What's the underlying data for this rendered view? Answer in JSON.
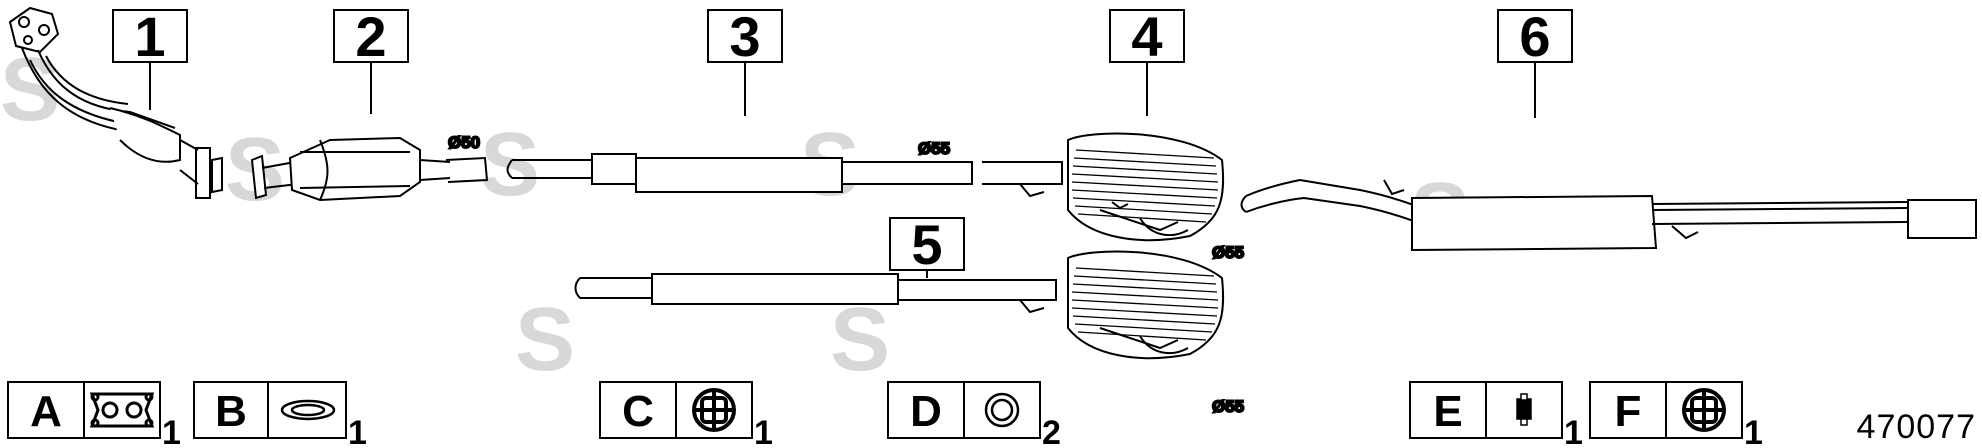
{
  "parts": [
    {
      "label": "1",
      "name": "front-downpipe"
    },
    {
      "label": "2",
      "name": "catalytic-converter",
      "diameter": "Ø50"
    },
    {
      "label": "3",
      "name": "intermediate-pipe",
      "diameter": "Ø55"
    },
    {
      "label": "4",
      "name": "centre-silencer",
      "diameter": "Ø55"
    },
    {
      "label": "5",
      "name": "centre-pipe-with-silencer",
      "diameter": "Ø55"
    },
    {
      "label": "6",
      "name": "rear-silencer"
    }
  ],
  "kits": [
    {
      "letter": "A",
      "qty": "1",
      "icon": "flange-gasket-icon"
    },
    {
      "letter": "B",
      "qty": "1",
      "icon": "ring-gasket-icon"
    },
    {
      "letter": "C",
      "qty": "1",
      "icon": "rubber-hanger-icon"
    },
    {
      "letter": "D",
      "qty": "2",
      "icon": "o-ring-icon"
    },
    {
      "letter": "E",
      "qty": "1",
      "icon": "rubber-mount-icon"
    },
    {
      "letter": "F",
      "qty": "1",
      "icon": "rubber-hanger-icon"
    }
  ],
  "diagram_code": "470077",
  "watermark": "S",
  "colors": {
    "line": "#000000",
    "watermark": "#d8d8d8",
    "background": "#ffffff"
  }
}
